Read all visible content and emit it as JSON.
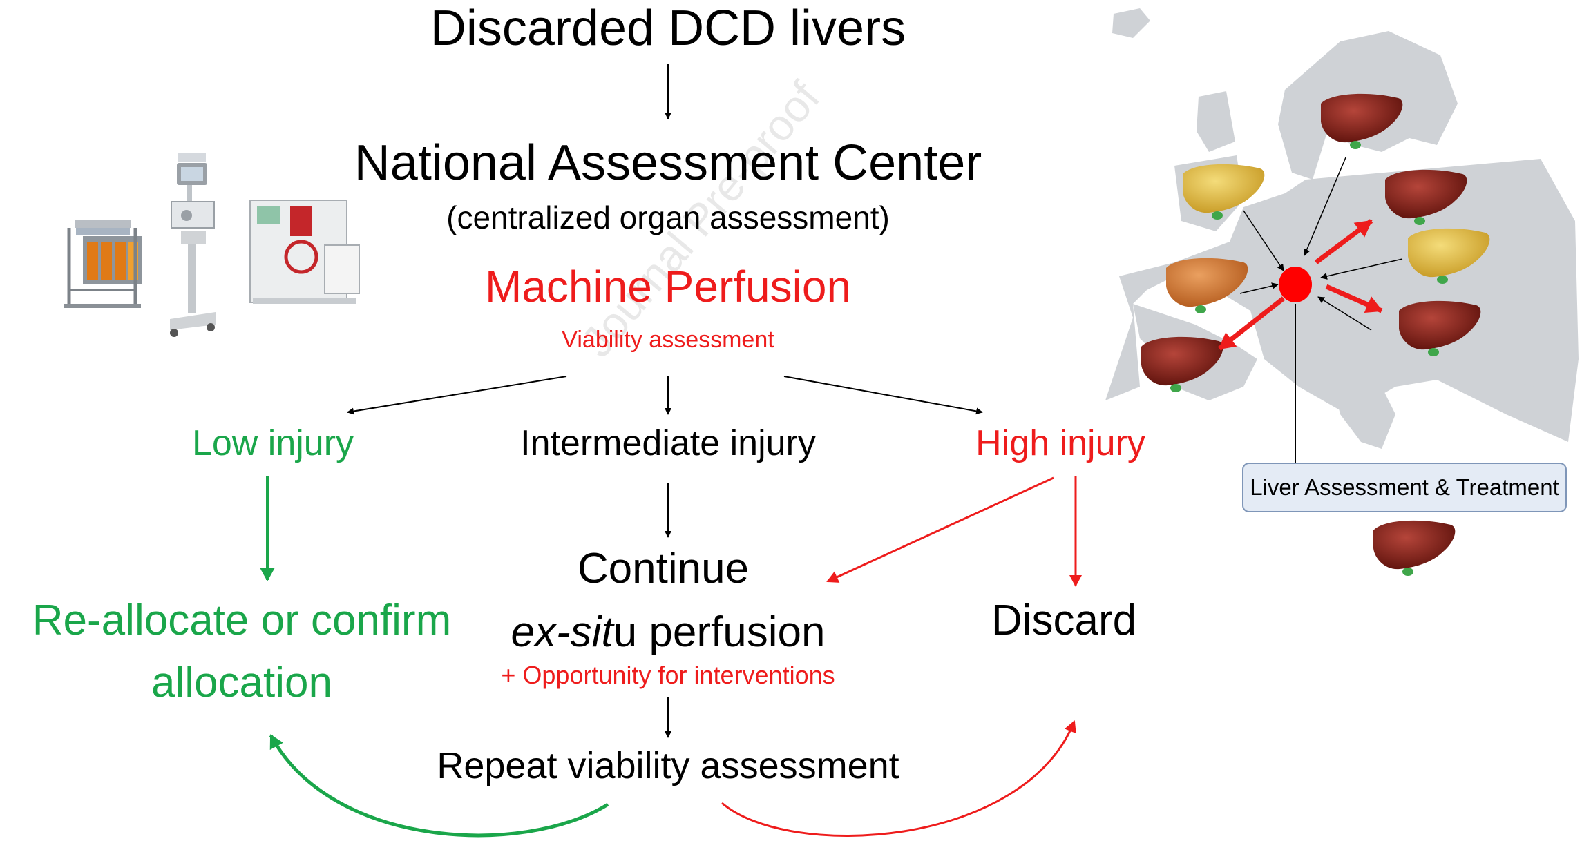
{
  "title": "Discarded DCD livers",
  "center": {
    "name": "National Assessment Center",
    "subtitle": "(centralized organ assessment)"
  },
  "machine": {
    "title": "Machine Perfusion",
    "subtitle": "Viability assessment"
  },
  "injury": {
    "low": "Low injury",
    "intermediate": "Intermediate injury",
    "high": "High injury"
  },
  "outcomes": {
    "reallocate_line1": "Re-allocate or confirm",
    "reallocate_line2": "allocation",
    "continue_line1": "Continue",
    "continue_italic": "ex-sit",
    "continue_rest": "u perfusion",
    "interventions": "+ Opportunity for interventions",
    "discard": "Discard",
    "repeat": "Repeat viability assessment"
  },
  "map_box": "Liver Assessment & Treatment",
  "watermark": "Journal Pre-proof",
  "colors": {
    "green": "#1aa64a",
    "red": "#ee1c1c",
    "black": "#000000",
    "map_gray": "#cfd2d6",
    "liver_dark": "#7a1a12",
    "liver_orange": "#d0742c",
    "liver_yellow": "#e2c04a"
  }
}
